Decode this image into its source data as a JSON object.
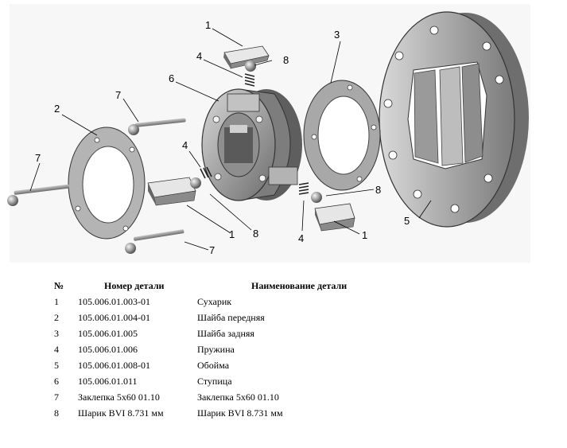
{
  "diagram": {
    "title": "exploded-view",
    "callouts": {
      "c1a": "1",
      "c1b": "1",
      "c1c": "1",
      "c2": "2",
      "c3": "3",
      "c4a": "4",
      "c4b": "4",
      "c4c": "4",
      "c5": "5",
      "c6": "6",
      "c7a": "7",
      "c7b": "7",
      "c7c": "7",
      "c8a": "8",
      "c8b": "8",
      "c8c": "8"
    }
  },
  "table": {
    "headers": {
      "no": "№",
      "code": "Номер детали",
      "name": "Наименование детали"
    },
    "rows": [
      {
        "no": "1",
        "code": "105.006.01.003-01",
        "name": "Сухарик"
      },
      {
        "no": "2",
        "code": "105.006.01.004-01",
        "name": "Шайба передняя"
      },
      {
        "no": "3",
        "code": "105.006.01.005",
        "name": "Шайба задняя"
      },
      {
        "no": "4",
        "code": "105.006.01.006",
        "name": "Пружина"
      },
      {
        "no": "5",
        "code": "105.006.01.008-01",
        "name": "Обойма"
      },
      {
        "no": "6",
        "code": "105.006.01.011",
        "name": "Ступица"
      },
      {
        "no": "7",
        "code": "Заклепка 5х60 01.10",
        "name": "Заклепка 5х60 01.10"
      },
      {
        "no": "8",
        "code": "Шарик BVI 8.731 мм",
        "name": "Шарик BVI 8.731 мм"
      }
    ]
  }
}
